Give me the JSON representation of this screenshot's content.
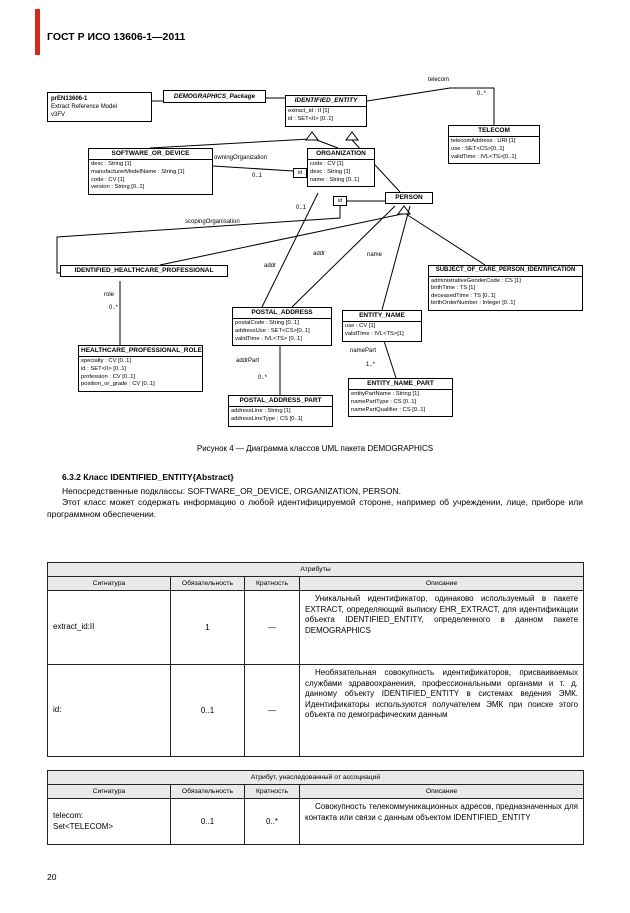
{
  "page": {
    "header": "ГОСТ Р ИСО 13606-1—2011",
    "number": "20"
  },
  "diagram": {
    "caption": "Рисунок 4 — Диаграмма классов UML пакета DEMOGRAPHICS",
    "note": {
      "line1": "prEN13606-1",
      "line2": "Extract Reference Model",
      "line3": "v3FV"
    },
    "package": "DEMOGRAPHICS_Package",
    "classes": [
      {
        "name": "IDENTIFIED_ENTITY",
        "attributes": [
          "extract_id : II [1]",
          "id : SET<II> [0..1]"
        ]
      },
      {
        "name": "TELECOM",
        "attributes": [
          "telecomAddress : URI [1]",
          "use : SET<CS>[0..1]",
          "validTime : IVL<TS>[0..1]"
        ]
      },
      {
        "name": "SOFTWARE_OR_DEVICE",
        "attributes": [
          "desc : String [1]",
          "manufacturerModelName : String [1]",
          "code : CV [1]",
          "version : String [0..1]"
        ]
      },
      {
        "name": "ORGANIZATION",
        "attributes": [
          "code : CV [1]",
          "desc : String [1]",
          "name : String [0..1]"
        ]
      },
      {
        "name": "PERSON",
        "attributes": []
      },
      {
        "name": "IDENTIFIED_HEALTHCARE_PROFESSIONAL",
        "attributes": []
      },
      {
        "name": "SUBJECT_OF_CARE_PERSON_IDENTIFICATION",
        "attributes": [
          "administrativeGenderCode : CS [1]",
          "birthTime : TS [1]",
          "deceasedTime : TS [0..1]",
          "birthOrderNumber : Integer [0..1]"
        ]
      },
      {
        "name": "POSTAL_ADDRESS",
        "attributes": [
          "postalCode : String [0..1]",
          "addressUse : SET<CS>[0..1]",
          "validTime : IVL<TS> [0..1]"
        ]
      },
      {
        "name": "ENTITY_NAME",
        "attributes": [
          "use : CV [1]",
          "validTime : IVL<TS>[1]"
        ]
      },
      {
        "name": "HEALTHCARE_PROFESSIONAL_ROLE",
        "attributes": [
          "specialty : CV [0..1]",
          "id : SET<II> [0..1]",
          "profession : CV [0..1]",
          "position_or_grade : CV [0..1]"
        ]
      },
      {
        "name": "POSTAL_ADDRESS_PART",
        "attributes": [
          "addressLine : String [1]",
          "addressLineType : CS [0..1]"
        ]
      },
      {
        "name": "ENTITY_NAME_PART",
        "attributes": [
          "entityPartName : String [1]",
          "namePartType : CS [0..1]",
          "namePartQualifier : CS [0..1]"
        ]
      }
    ],
    "labels": {
      "telecom": "telecom",
      "telecom_mult": "0..*",
      "owning": "owningOrganization",
      "owning_mult": "0..1",
      "scoping": "scopingOrganisation",
      "scoping_mult": "0..1",
      "addr1": "addr",
      "addr2": "addr",
      "name": "name",
      "role": "role",
      "role_mult": "0..*",
      "addr_part": "addrPart",
      "addr_part_mult": "0..*",
      "name_part": "namePart",
      "name_part_mult": "1..*",
      "qualifier1": "id",
      "qualifier2": "id"
    }
  },
  "section": {
    "heading": "6.3.2 Класс IDENTIFIED_ENTITY{Abstract}",
    "para1": "Непосредственные подклассы: SOFTWARE_OR_DEVICE, ORGANIZATION, PERSON.",
    "para2": "Этот класс может содержать информацию о любой идентифицируемой стороне, например об учреждении, лице, приборе или программном обеспечении."
  },
  "attributes_table": {
    "title": "Атрибуты",
    "columns": [
      "Сигнатура",
      "Обязательность",
      "Кратность",
      "Описание"
    ],
    "rows": [
      {
        "signature": "extract_id:II",
        "required": "1",
        "cardinality": "—",
        "description": "Уникальный идентификатор, одинаково используемый в пакете EXTRACT, определяющий выписку EHR_EXTRACT, для идентификации объекта IDENTIFIED_ENTITY, определенного в данном пакете DEMOGRAPHICS"
      },
      {
        "signature": "id:",
        "required": "0..1",
        "cardinality": "—",
        "description": "Необязательная совокупность идентификаторов, присваиваемых службами здравоохранения, профессиональными органами и т. д. данному объекту IDENTIFIED_ENTITY в системах ведения ЭМК. Идентификаторы используются получателем ЭМК при поиске этого объекта по демографическим данным"
      }
    ]
  },
  "association_table": {
    "title": "Атрибут, унаследованный от ассоциаций",
    "columns": [
      "Сигнатура",
      "Обязательность",
      "Кратность",
      "Описание"
    ],
    "rows": [
      {
        "signature": [
          "telecom:",
          "Set<TELECOM>"
        ],
        "required": "0..1",
        "cardinality": "0..*",
        "description": "Совокупность телекоммуникационных адресов, предназначенных для контакта или связи с данным объектом IDENTIFIED_ENTITY"
      }
    ]
  }
}
